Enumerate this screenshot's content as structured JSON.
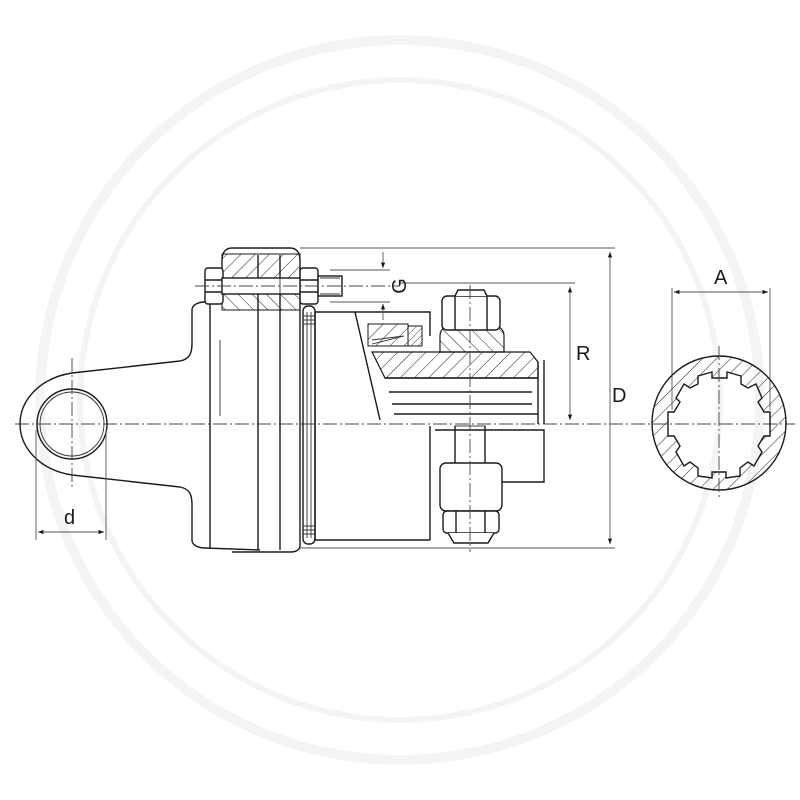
{
  "drawing": {
    "title": "Friction clutch / shear bolt yoke – cross-section technical drawing",
    "line_color": "#1a1a1a",
    "background": "#ffffff"
  },
  "dimensions": {
    "d": {
      "label": "d",
      "meaning": "yoke bore diameter"
    },
    "G": {
      "label": "G",
      "meaning": "bolt thread"
    },
    "R": {
      "label": "R",
      "meaning": "radius to bolt axis"
    },
    "D": {
      "label": "D",
      "meaning": "outer diameter"
    },
    "A": {
      "label": "A",
      "meaning": "spline profile diameter"
    }
  },
  "views": [
    {
      "name": "side-section-view"
    },
    {
      "name": "spline-end-view"
    }
  ]
}
